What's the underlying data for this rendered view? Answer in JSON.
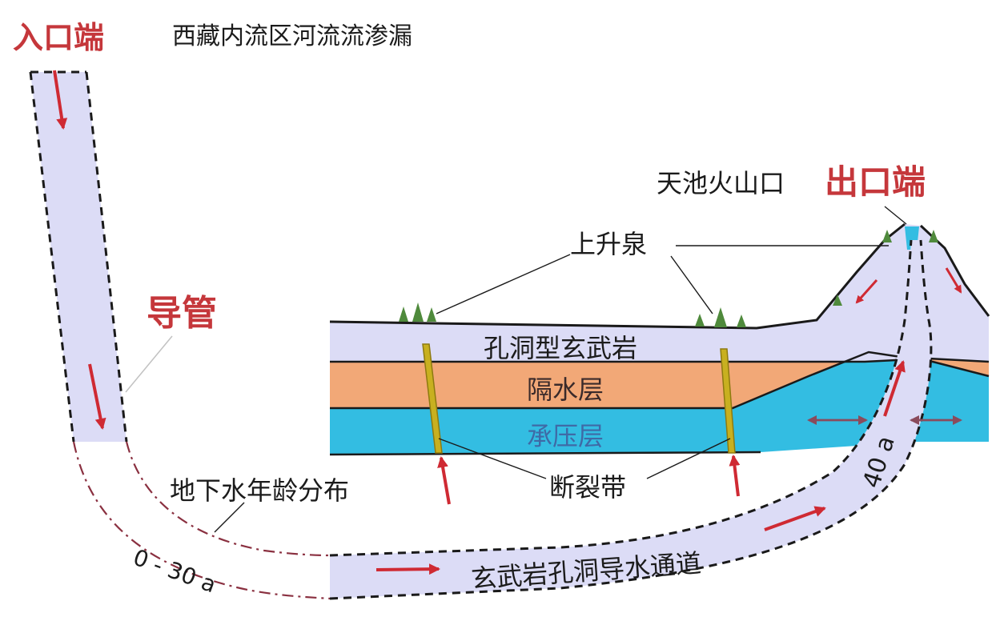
{
  "labels": {
    "inlet": "入口端",
    "title": "西藏内流区河流流渗漏",
    "conduit": "导管",
    "crater": "天池火山口",
    "outlet": "出口端",
    "spring": "上升泉",
    "basalt_layer": "孔洞型玄武岩",
    "aquiclude": "隔水层",
    "confined": "承压层",
    "fault_zone": "断裂带",
    "age_distribution": "地下水年龄分布",
    "age_range": "0 - 30 a",
    "age_outlet": "40 a",
    "channel": "玄武岩孔洞导水通道"
  },
  "colors": {
    "conduit_fill": "#dcdcf6",
    "basalt_fill": "#dcdcf6",
    "aquiclude_fill": "#f2a877",
    "confined_fill": "#33bde2",
    "fault_fill": "#c8b020",
    "arrow_red": "#cf2a33",
    "title_red": "#c5373b",
    "tree_green": "#4f8a3c"
  }
}
